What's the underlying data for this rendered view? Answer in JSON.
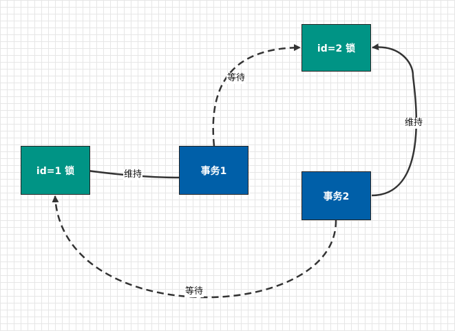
{
  "colors": {
    "lock_fill": "#009485",
    "txn_fill": "#005fa8",
    "edge": "#333333"
  },
  "nodes": {
    "lock1": "id=1 锁",
    "lock2": "id=2 锁",
    "txn1": "事务1",
    "txn2": "事务2"
  },
  "edges": [
    {
      "from": "txn1",
      "to": "lock1",
      "label": "维持",
      "style": "solid"
    },
    {
      "from": "txn1",
      "to": "lock2",
      "label": "等待",
      "style": "dashed"
    },
    {
      "from": "txn2",
      "to": "lock2",
      "label": "维持",
      "style": "solid"
    },
    {
      "from": "txn2",
      "to": "lock1",
      "label": "等待",
      "style": "dashed"
    }
  ]
}
